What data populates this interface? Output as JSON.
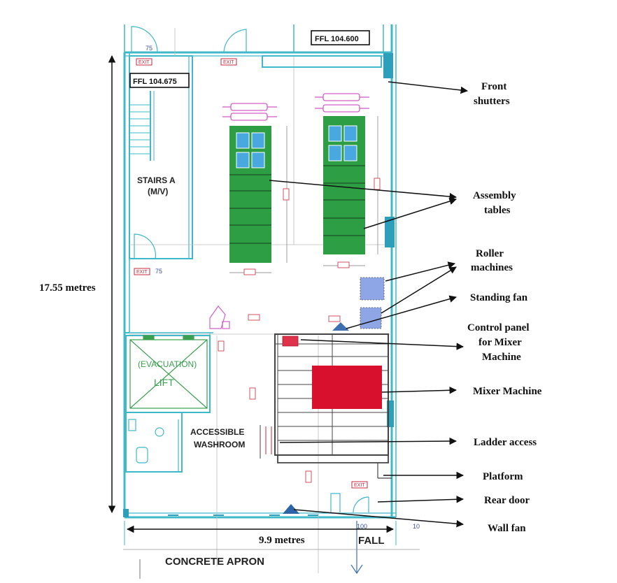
{
  "plan": {
    "ffl_top_right": "FFL 104.600",
    "ffl_top_left": "FFL 104.675",
    "stairs": [
      "STAIRS A",
      "(M/V)"
    ],
    "lift": [
      "(EVACUATION)",
      "LIFT"
    ],
    "washroom": [
      "ACCESSIBLE",
      "WASHROOM"
    ],
    "concrete_apron": "CONCRETE APRON",
    "fall": "FALL",
    "exit": "EXIT",
    "dim_75": "75",
    "dim_100": "100",
    "dim_10": "10"
  },
  "dimensions": {
    "height": "17.55 metres",
    "width": "9.9 metres"
  },
  "callouts": {
    "front_shutters": [
      "Front",
      "shutters"
    ],
    "assembly_tables": [
      "Assembly",
      "tables"
    ],
    "roller_machines": [
      "Roller",
      "machines"
    ],
    "standing_fan": "Standing fan",
    "control_panel": [
      "Control panel",
      "for Mixer",
      "Machine"
    ],
    "mixer_machine": "Mixer Machine",
    "ladder_access": "Ladder access",
    "platform": "Platform",
    "rear_door": "Rear door",
    "wall_fan": "Wall fan"
  },
  "colors": {
    "wall": "#3fb8c9",
    "table_green": "#2e9e45",
    "mixer_red": "#d8102e",
    "roller_blue": "#8ea6e6",
    "exit_red": "#c8283c",
    "lift_green": "#3aa050",
    "shutter_pink": "#d35fc8"
  }
}
